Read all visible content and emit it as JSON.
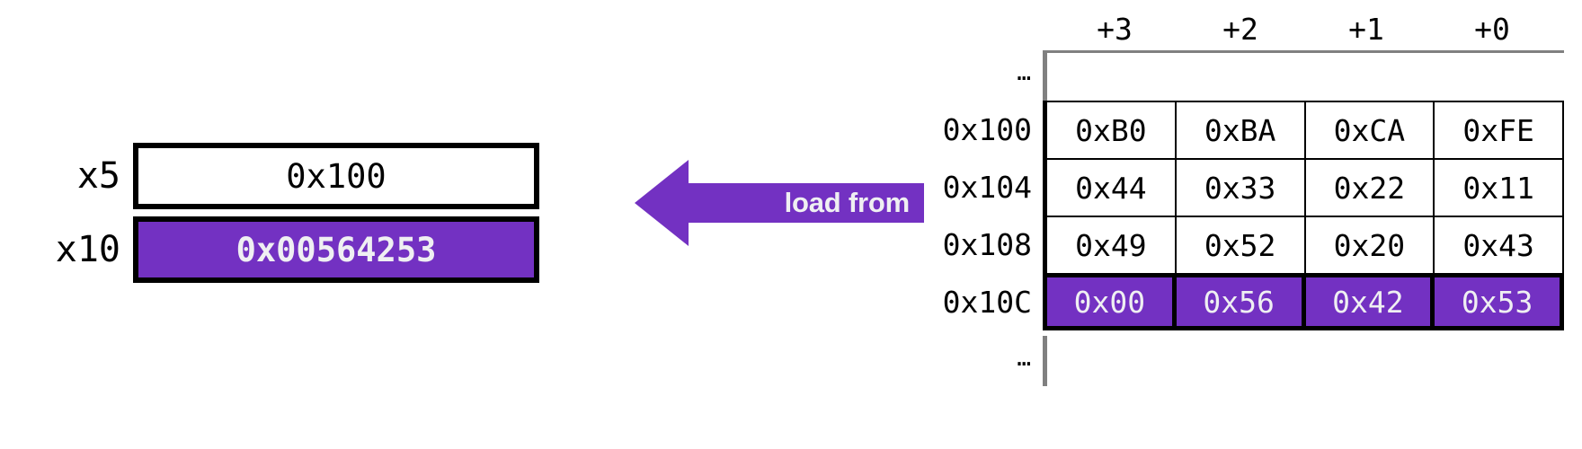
{
  "registers": {
    "rows": [
      {
        "label": "x5",
        "value": "0x100",
        "highlighted": false
      },
      {
        "label": "x10",
        "value": "0x00564253",
        "highlighted": true
      }
    ]
  },
  "arrow": {
    "label": "load from",
    "direction": "left",
    "color": "#7331c2",
    "text_color": "#efeff2"
  },
  "memory": {
    "column_headers": [
      "+3",
      "+2",
      "+1",
      "+0"
    ],
    "ellipsis": "…",
    "rows": [
      {
        "address": "0x100",
        "cells": [
          "0xB0",
          "0xBA",
          "0xCA",
          "0xFE"
        ],
        "highlighted": false
      },
      {
        "address": "0x104",
        "cells": [
          "0x44",
          "0x33",
          "0x22",
          "0x11"
        ],
        "highlighted": false
      },
      {
        "address": "0x108",
        "cells": [
          "0x49",
          "0x52",
          "0x20",
          "0x43"
        ],
        "highlighted": false
      },
      {
        "address": "0x10C",
        "cells": [
          "0x00",
          "0x56",
          "0x42",
          "0x53"
        ],
        "highlighted": true
      }
    ]
  },
  "colors": {
    "accent_purple": "#7331c2",
    "highlight_text": "#efeff2",
    "rule_grey": "#808080",
    "border_black": "#000000"
  }
}
